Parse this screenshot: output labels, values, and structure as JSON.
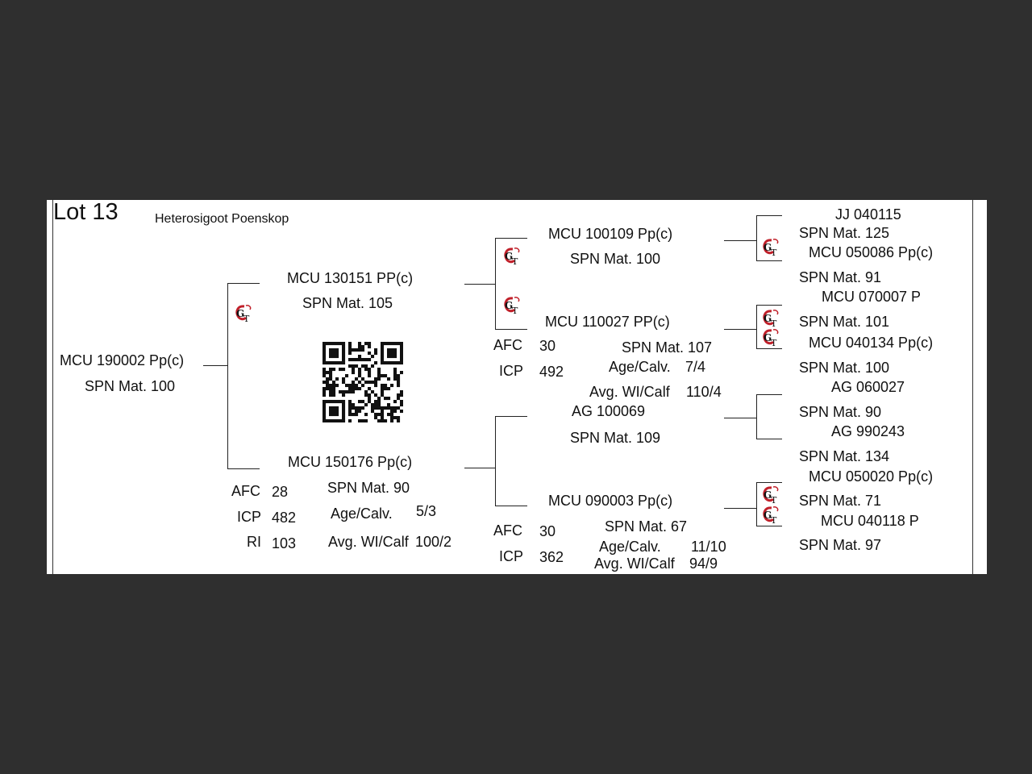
{
  "lot_title": "Lot 13",
  "breed": "Heterosigoot Poenskop",
  "logo_text": "GT",
  "subject": {
    "id": "MCU 190002  Pp(c)",
    "spn": "SPN Mat. 100"
  },
  "sire": {
    "id": "MCU 130151  PP(c)",
    "spn": "SPN Mat. 105"
  },
  "dam": {
    "id": "MCU 150176  Pp(c)",
    "spn": "SPN Mat. 90",
    "afc_label": "AFC",
    "afc": "28",
    "icp_label": "ICP",
    "icp": "482",
    "ri_label": "RI",
    "ri": "103",
    "age_label": "Age/Calv.",
    "age": "5/3",
    "wi_label": "Avg. WI/Calf",
    "wi": "100/2"
  },
  "gen3": {
    "ss": {
      "id": "MCU 100109  Pp(c)",
      "spn": "SPN Mat. 100"
    },
    "sd": {
      "id": "MCU 110027   PP(c)",
      "spn": "SPN Mat. 107",
      "afc_label": "AFC",
      "afc": "30",
      "icp_label": "ICP",
      "icp": "492",
      "age_label": "Age/Calv.",
      "age": "7/4",
      "wi_label": "Avg. WI/Calf",
      "wi": "110/4"
    },
    "ds": {
      "id": "AG  100069",
      "spn": "SPN Mat. 109"
    },
    "dd": {
      "id": "MCU 090003  Pp(c)",
      "spn": "SPN Mat. 67",
      "afc_label": "AFC",
      "afc": "30",
      "icp_label": "ICP",
      "icp": "362",
      "age_label": "Age/Calv.",
      "age": "11/10",
      "wi_label": "Avg. WI/Calf",
      "wi": "94/9"
    }
  },
  "gen4": [
    {
      "id": "JJ  040115",
      "spn": "SPN Mat. 125"
    },
    {
      "id": "MCU 050086  Pp(c)",
      "spn": "SPN Mat. 91"
    },
    {
      "id": "MCU 070007  P",
      "spn": "SPN Mat. 101"
    },
    {
      "id": "MCU 040134  Pp(c)",
      "spn": "SPN Mat. 100"
    },
    {
      "id": "AG  060027",
      "spn": "SPN Mat. 90"
    },
    {
      "id": "AG  990243",
      "spn": "SPN Mat. 134"
    },
    {
      "id": "MCU 050020  Pp(c)",
      "spn": "SPN Mat. 71"
    },
    {
      "id": "MCU 040118  P",
      "spn": "SPN Mat. 97"
    }
  ]
}
